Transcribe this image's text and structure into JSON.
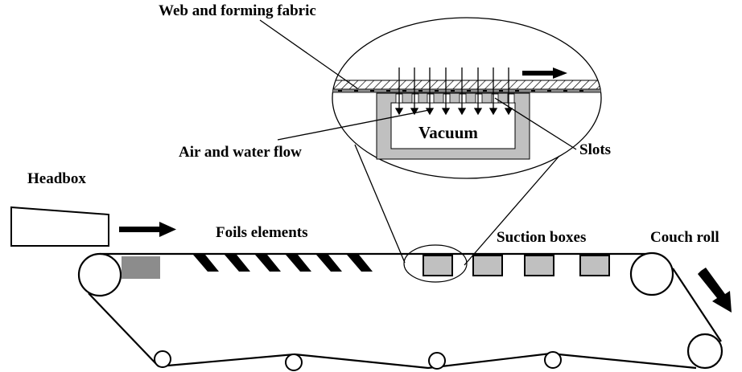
{
  "title": "Fourdrinier forming section diagram",
  "labels": {
    "web_fabric": "Web and forming fabric",
    "air_water": "Air and water flow",
    "vacuum": "Vacuum",
    "slots": "Slots",
    "headbox": "Headbox",
    "foils": "Foils elements",
    "suction_boxes": "Suction boxes",
    "couch_roll": "Couch roll"
  },
  "components": {
    "foil_count": 6,
    "suction_box_count": 4,
    "return_rollers": 4,
    "flow_arrows_in_detail": 8
  },
  "colors": {
    "line": "#000000",
    "box_fill": "#c0c0c0",
    "forming_board": "#8c8c8c",
    "background": "#ffffff"
  }
}
